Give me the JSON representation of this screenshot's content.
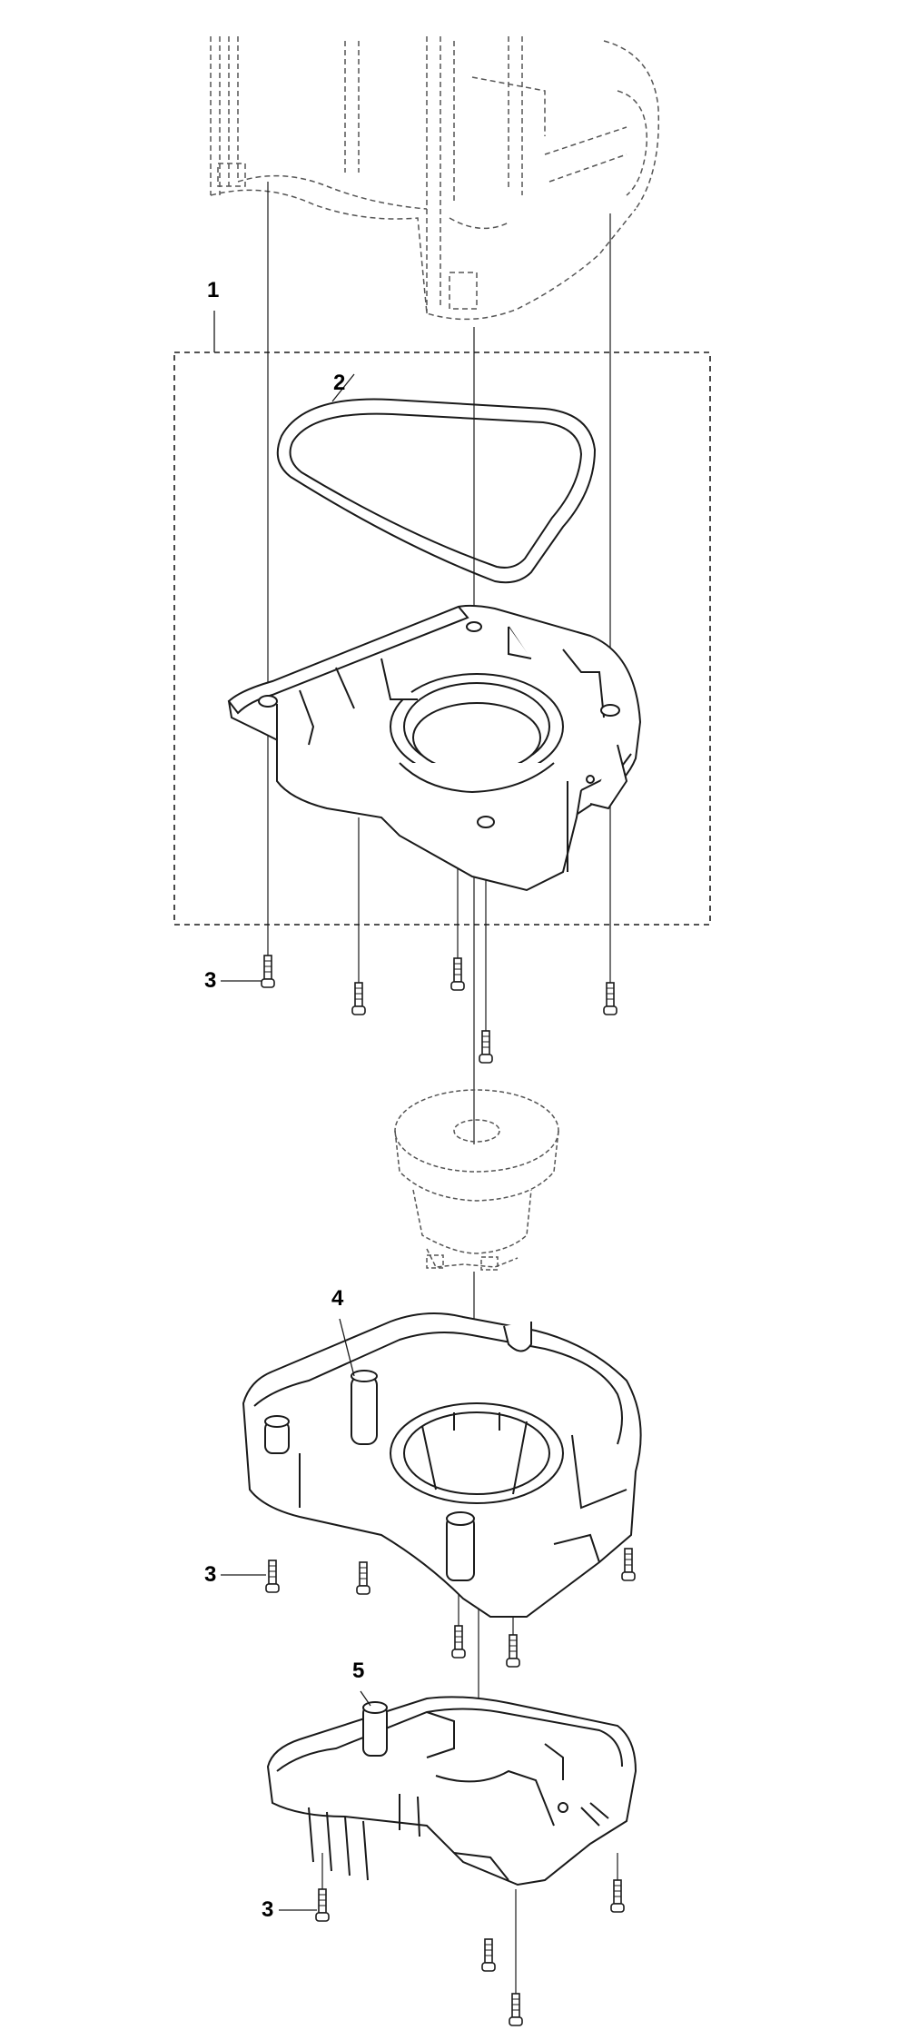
{
  "diagram": {
    "type": "exploded-parts-diagram",
    "callouts": [
      {
        "id": "c1",
        "label": "1"
      },
      {
        "id": "c2",
        "label": "2"
      },
      {
        "id": "c3a",
        "label": "3"
      },
      {
        "id": "c3b",
        "label": "3"
      },
      {
        "id": "c3c",
        "label": "3"
      },
      {
        "id": "c4",
        "label": "4"
      },
      {
        "id": "c5",
        "label": "5"
      }
    ],
    "colors": {
      "line": "#1a1a1a",
      "hidden_line": "#555555",
      "background": "#ffffff"
    }
  }
}
